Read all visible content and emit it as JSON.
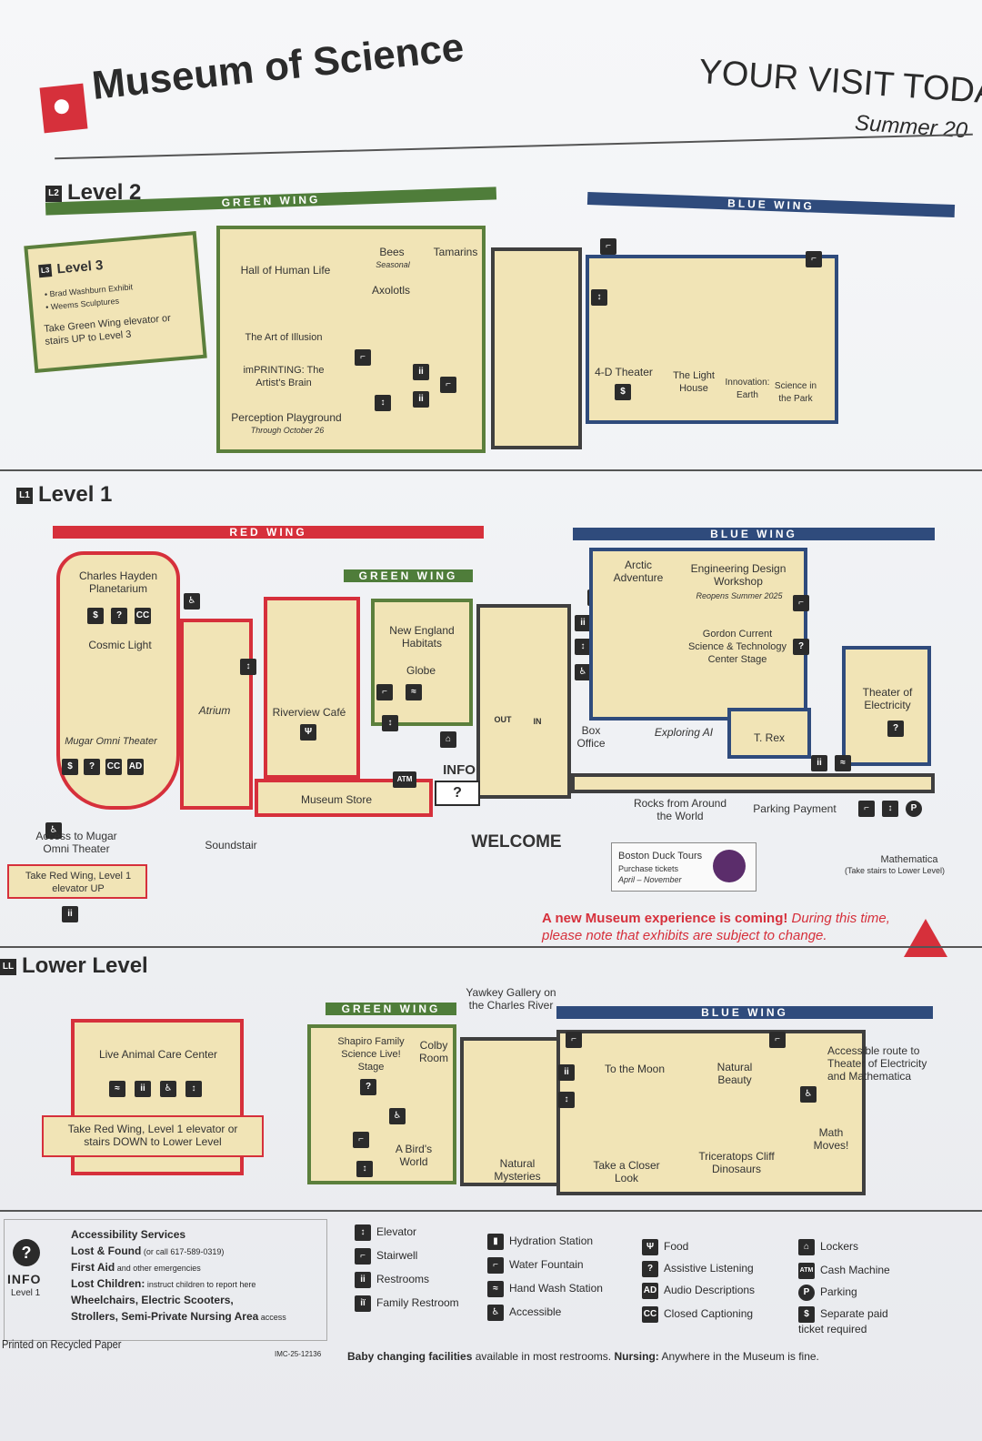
{
  "header": {
    "brand": "Museum of Science",
    "title": "YOUR VISIT TODA",
    "subtitle": "Summer 20",
    "logo_color": "#d6303b"
  },
  "level2": {
    "title": "Level 2",
    "badge": "L2",
    "green_wing": "GREEN WING",
    "blue_wing": "BLUE WING",
    "level3_box": {
      "badge": "L3",
      "title": "Level 3",
      "items": [
        "• Brad Washburn Exhibit",
        "• Weems Sculptures"
      ],
      "note": "Take Green Wing elevator or stairs UP to Level 3"
    },
    "rooms": {
      "hall_human_life": "Hall of Human Life",
      "bees": "Bees",
      "bees_note": "Seasonal",
      "tamarins": "Tamarins",
      "axolotls": "Axolotls",
      "art_of_illusion": "The Art of Illusion",
      "imprinting": "imPRINTING: The Artist's Brain",
      "perception": "Perception Playground",
      "perception_note": "Through October 26",
      "four_d": "4-D Theater",
      "light_house": "The Light House",
      "innovation": "Innovation: Earth",
      "science_park": "Science in the Park"
    }
  },
  "level1": {
    "title": "Level 1",
    "badge": "L1",
    "red_wing": "RED WING",
    "green_wing": "GREEN WING",
    "blue_wing": "BLUE WING",
    "rooms": {
      "planetarium": "Charles Hayden Planetarium",
      "cosmic_light": "Cosmic Light",
      "omni": "Mugar Omni Theater",
      "atrium": "Atrium",
      "riverview": "Riverview Café",
      "new_england": "New England Habitats",
      "globe": "Globe",
      "arctic": "Arctic Adventure",
      "engineering": "Engineering Design Workshop",
      "engineering_note": "Reopens Summer 2025",
      "gordon": "Gordon Current Science & Technology Center Stage",
      "theater_electricity": "Theater of Electricity",
      "exploring_ai": "Exploring AI",
      "trex": "T. Rex",
      "box_office": "Box Office",
      "museum_store": "Museum Store",
      "info": "INFO",
      "welcome": "WELCOME",
      "out": "OUT",
      "in": "IN",
      "rocks": "Rocks from Around the World",
      "parking": "Parking Payment",
      "soundstair": "Soundstair",
      "access_omni": "Access to Mugar Omni Theater",
      "access_omni_note": "Take Red Wing, Level 1 elevator UP",
      "duck_tours": "Boston Duck Tours",
      "duck_tours_note1": "Purchase tickets",
      "duck_tours_note2": "April – November",
      "mathematica": "Mathematica",
      "mathematica_note": "(Take stairs to Lower Level)"
    },
    "notice_bold": "A new Museum experience is coming!",
    "notice_rest": " During this time, please note that exhibits are subject to change."
  },
  "lower": {
    "title": "Lower Level",
    "badge": "LL",
    "green_wing": "GREEN WING",
    "blue_wing": "BLUE WING",
    "rooms": {
      "live_animal": "Live Animal Care Center",
      "live_animal_note": "Take Red Wing, Level 1 elevator or stairs DOWN to Lower Level",
      "shapiro": "Shapiro Family Science Live! Stage",
      "colby": "Colby Room",
      "yawkey": "Yawkey Gallery on the Charles River",
      "birds_world": "A Bird's World",
      "natural_mysteries": "Natural Mysteries",
      "to_the_moon": "To the Moon",
      "natural_beauty": "Natural Beauty",
      "closer_look": "Take a Closer Look",
      "triceratops": "Triceratops Cliff Dinosaurs",
      "math_moves": "Math Moves!",
      "accessible_route": "Accessible route to Theater of Electricity and Mathematica"
    }
  },
  "footer": {
    "info_title": "INFO",
    "info_sub": "Level 1",
    "services": [
      {
        "bold": "Accessibility Services",
        "rest": ""
      },
      {
        "bold": "Lost & Found",
        "rest": " (or call 617-589-0319)"
      },
      {
        "bold": "First Aid",
        "rest": " and other emergencies"
      },
      {
        "bold": "Lost Children:",
        "rest": " instruct children to report here"
      },
      {
        "bold": "Wheelchairs, Electric Scooters,",
        "rest": ""
      },
      {
        "bold": "Strollers, Semi-Private Nursing Area",
        "rest": " access"
      }
    ],
    "legend_col1": [
      "Elevator",
      "Stairwell",
      "Restrooms",
      "Family Restroom"
    ],
    "legend_col2": [
      "Hydration Station",
      "Water Fountain",
      "Hand Wash Station",
      "Accessible"
    ],
    "legend_col3": [
      "Food",
      "Assistive Listening",
      "Audio Descriptions",
      "Closed Captioning"
    ],
    "legend_col4": [
      "Lockers",
      "Cash Machine",
      "Parking",
      "Separate paid ticket required"
    ],
    "printed": "Printed on Recycled Paper",
    "code": "IMC-25-12136",
    "baby_bold": "Baby changing facilities",
    "baby_rest": " available in most restrooms.",
    "nursing_bold": "Nursing:",
    "nursing_rest": " Anywhere in the Museum is fine."
  },
  "icons": {
    "dollar": "$",
    "ear": "?",
    "cc": "CC",
    "ad": "AD",
    "atm": "ATM",
    "p": "P",
    "info": "?"
  }
}
